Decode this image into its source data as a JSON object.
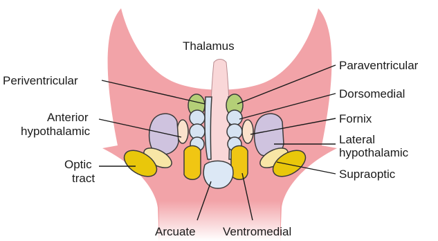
{
  "labels": {
    "thalamus": "Thalamus",
    "periventricular": "Periventricular",
    "paraventricular": "Paraventricular",
    "dorsomedial": "Dorsomedial",
    "anterior_line1": "Anterior",
    "anterior_line2": "hypothalamic",
    "fornix": "Fornix",
    "lateral_line1": "Lateral",
    "lateral_line2": "hypothalamic",
    "optic_line1": "Optic",
    "optic_line2": "tract",
    "supraoptic": "Supraoptic",
    "arcuate": "Arcuate",
    "ventromedial": "Ventromedial"
  },
  "colors": {
    "tissue": "#f2a3a8",
    "tissue_light": "#f7c7ca",
    "ventricle": "#f9d7d8",
    "third_ventricle": "#e7eff8",
    "periventricular": "#d6e3f2",
    "paraventricular": "#b4cf77",
    "dorsomedial": "#d6e3f2",
    "anterior": "#cfc3df",
    "lateral": "#cfc3df",
    "fornix": "#fbe2cc",
    "supraoptic": "#f8e6a6",
    "optic_tract": "#e9c70b",
    "ventromedial": "#f0c613",
    "arcuate": "#dce8f5"
  }
}
